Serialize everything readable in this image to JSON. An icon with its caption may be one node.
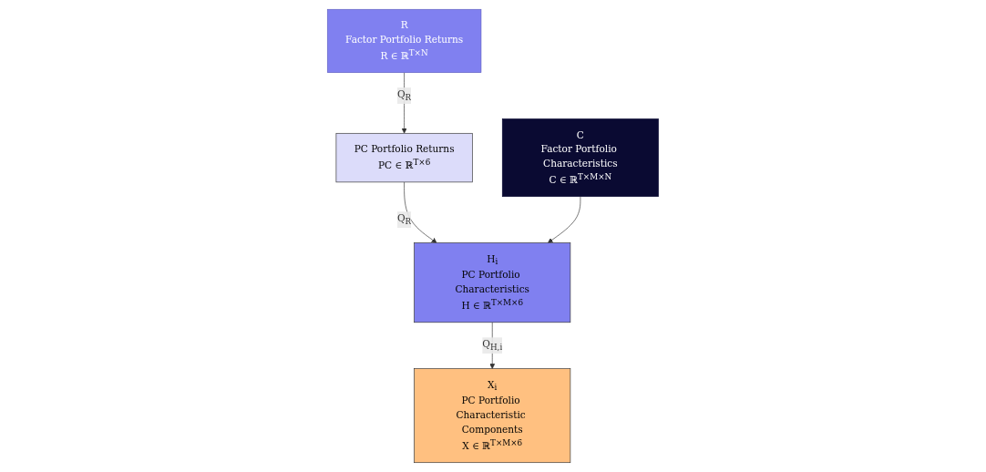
{
  "diagram": {
    "nodes": [
      {
        "text": [
          "R",
          "Factor Portfolio Returns",
          "R ∈ ℝ$^{T×N}$"
        ]
      },
      {
        "text": [
          "C",
          "Factor Portfolio Characteristics",
          "C ∈ ℝ$^{T×M×N}$"
        ]
      },
      {
        "text": [
          "PC Portfolio Returns",
          "PC ∈ ℝ$^{T×6}$"
        ]
      },
      {
        "text": [
          "H$_{i}$",
          "PC Portfolio Characteristics",
          "H ∈ ℝ$^{T×M×6}$"
        ]
      },
      {
        "text": [
          "X$_{i}$",
          "PC Portfolio Characteristic Components",
          "X ∈ ℝ$^{T×M×6}$"
        ]
      }
    ],
    "edges": [
      {
        "from": 0,
        "to": 2,
        "arrow": "to",
        "label": "Q$_{R}$"
      },
      {
        "from": 2,
        "to": 3,
        "arrow": "to",
        "label": "Q$_{R}$"
      },
      {
        "from": 1,
        "to": 3,
        "arrow": "to"
      },
      {
        "from": 3,
        "to": 4,
        "arrow": "to",
        "label": "Q$_{H,i}$"
      }
    ]
  }
}
